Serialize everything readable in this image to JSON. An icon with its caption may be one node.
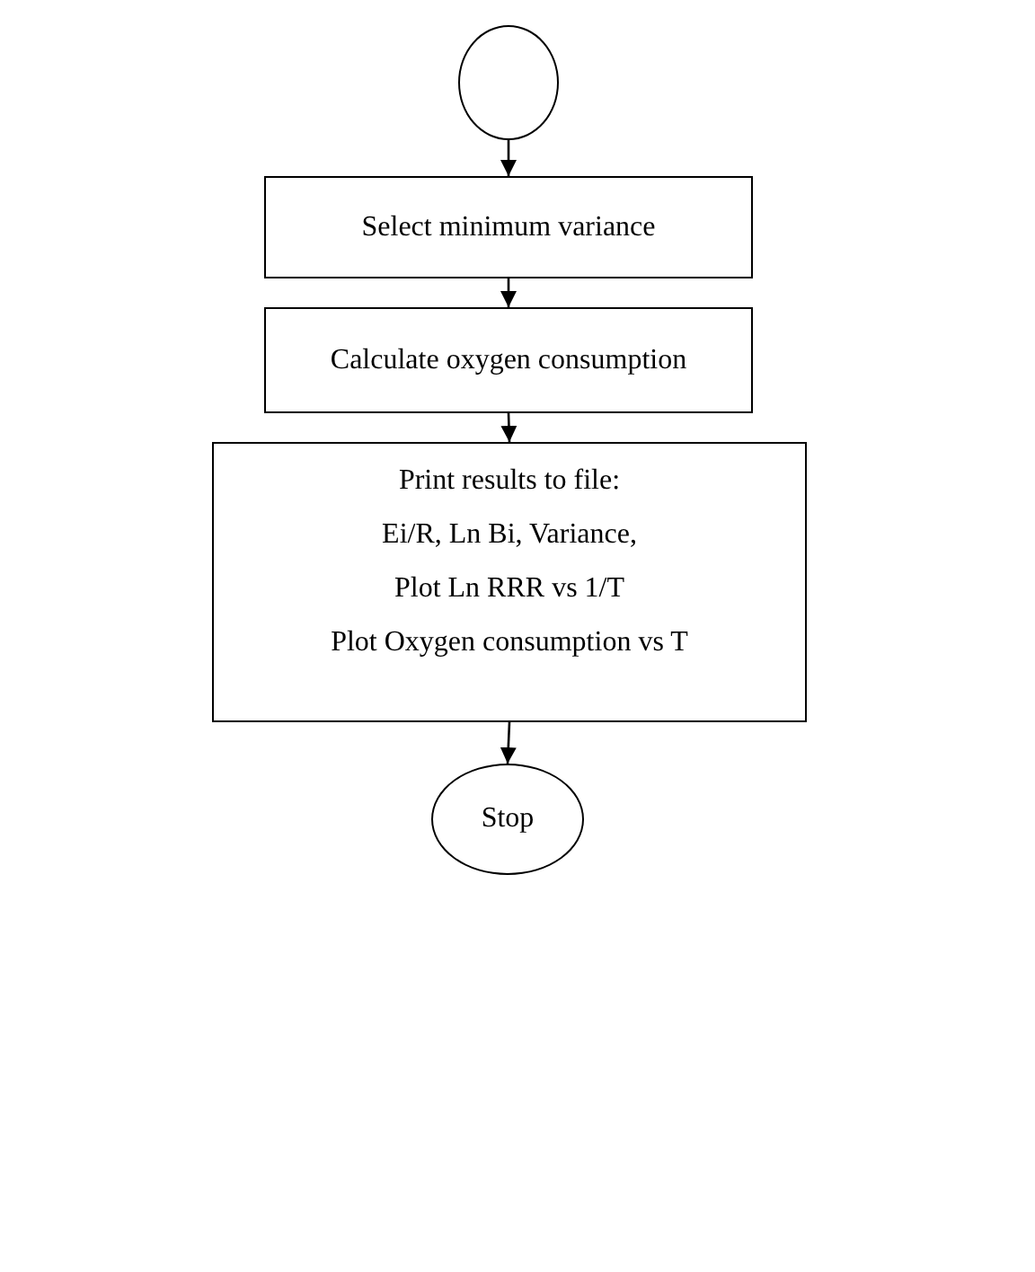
{
  "diagram": {
    "nodes": [
      {
        "text": [],
        "shape": "circle"
      },
      {
        "text": [
          "Select minimum variance"
        ]
      },
      {
        "text": [
          "Calculate oxygen consumption"
        ]
      },
      {
        "text": [
          "Print results to file:",
          "Ei/R, Ln Bi, Variance,",
          "Plot Ln RRR vs 1/T",
          "Plot Oxygen consumption vs T"
        ]
      },
      {
        "text": [
          "Stop"
        ]
      }
    ],
    "edges": [
      {
        "from": 0,
        "to": 1,
        "arrow": "to"
      },
      {
        "from": 1,
        "to": 2,
        "arrow": "to"
      },
      {
        "from": 2,
        "to": 3,
        "arrow": "to"
      },
      {
        "from": 3,
        "to": 4,
        "arrow": "to"
      }
    ]
  }
}
